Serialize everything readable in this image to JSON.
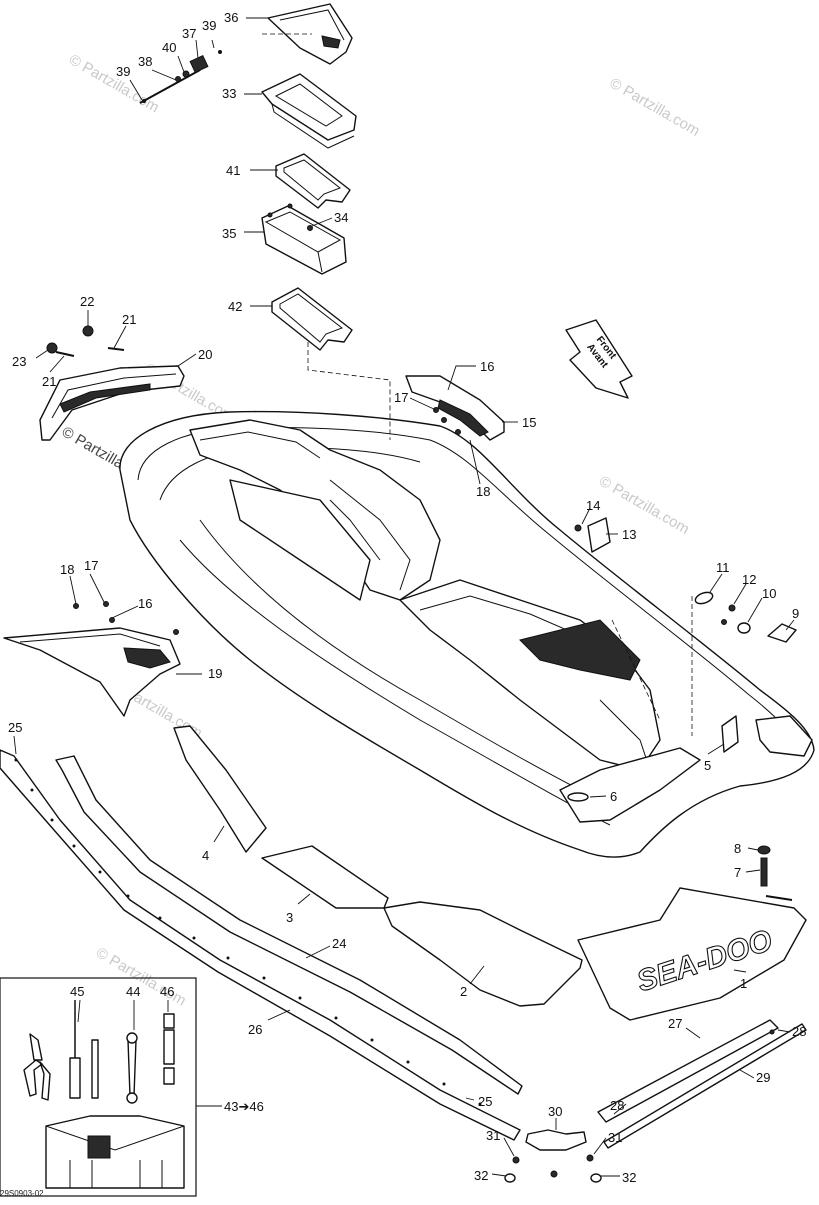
{
  "watermark": "© Partzilla.com",
  "front_arrow": {
    "line1": "Front",
    "line2": "Avant"
  },
  "decal_text": "SEA-DOO",
  "ref_code": "29S0903-02",
  "labels": {
    "l36": "36",
    "l39a": "39",
    "l37": "37",
    "l40": "40",
    "l38": "38",
    "l39b": "39",
    "l33": "33",
    "l41": "41",
    "l34": "34",
    "l35": "35",
    "l42": "42",
    "l22": "22",
    "l21a": "21",
    "l20": "20",
    "l23": "23",
    "l21b": "21",
    "l16a": "16",
    "l17a": "17",
    "l15": "15",
    "l18a": "18",
    "l14": "14",
    "l13": "13",
    "l11": "11",
    "l12": "12",
    "l10": "10",
    "l9": "9",
    "l18b": "18",
    "l17b": "17",
    "l16b": "16",
    "l19": "19",
    "l25a": "25",
    "l5": "5",
    "l6": "6",
    "l4": "4",
    "l8": "8",
    "l7": "7",
    "l3": "3",
    "l24": "24",
    "l2": "2",
    "l1": "1",
    "l45": "45",
    "l44": "44",
    "l46": "46",
    "l26": "26",
    "l27": "27",
    "l28a": "28",
    "l43": "43➔46",
    "l25b": "25",
    "l28b": "28",
    "l29": "29",
    "l30": "30",
    "l31a": "31",
    "l31b": "31",
    "l32a": "32",
    "l32b": "32"
  }
}
